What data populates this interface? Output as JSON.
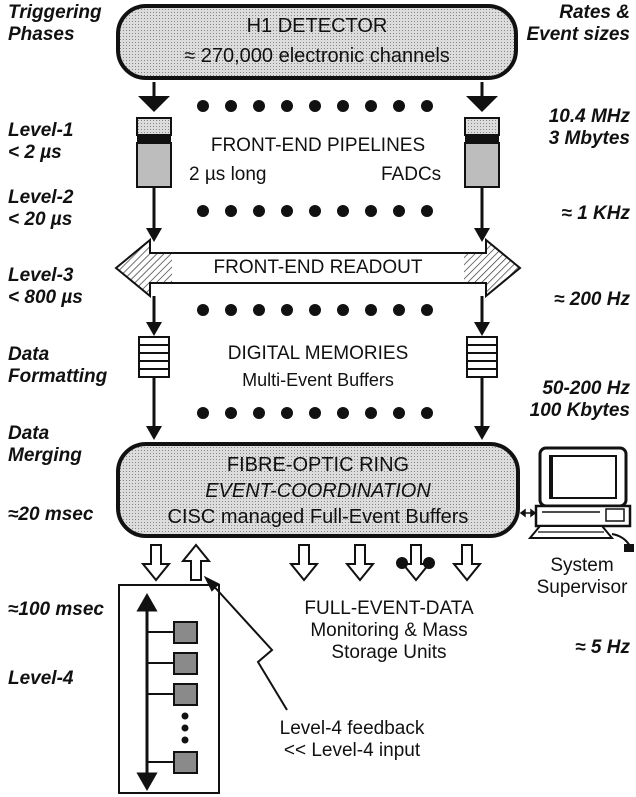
{
  "left_labels": {
    "triggering_phases": [
      "Triggering",
      "Phases"
    ],
    "level1": [
      "Level-1",
      "< 2 µs"
    ],
    "level2": [
      "Level-2",
      "< 20 µs"
    ],
    "level3": [
      "Level-3",
      "< 800 µs"
    ],
    "data_formatting": [
      "Data",
      "Formatting"
    ],
    "data_merging": [
      "Data",
      "Merging"
    ],
    "msec20": "≈20 msec",
    "msec100": "≈100 msec",
    "level4": "Level-4"
  },
  "right_labels": {
    "rates": [
      "Rates &",
      "Event sizes"
    ],
    "r1": [
      "10.4 MHz",
      "3 Mbytes"
    ],
    "r2": "≈ 1 KHz",
    "r3": "≈ 200 Hz",
    "r4": [
      "50-200 Hz",
      "100 Kbytes"
    ],
    "r5": "≈ 5 Hz"
  },
  "detector": {
    "title": "H1 DETECTOR",
    "subtitle": "≈ 270,000 electronic channels"
  },
  "pipelines": {
    "title": "FRONT-END PIPELINES",
    "left": "2 µs long",
    "right": "FADCs"
  },
  "readout": {
    "label": "FRONT-END READOUT"
  },
  "memories": {
    "title": "DIGITAL MEMORIES",
    "subtitle": "Multi-Event Buffers"
  },
  "ring": {
    "line1": "FIBRE-OPTIC RING",
    "line2": "EVENT-COORDINATION",
    "line3": "CISC managed Full-Event Buffers"
  },
  "supervisor": [
    "System",
    "Supervisor"
  ],
  "full_event": [
    "FULL-EVENT-DATA",
    "Monitoring & Mass",
    "Storage Units"
  ],
  "feedback": [
    "Level-4 feedback",
    "<< Level-4 input"
  ],
  "colors": {
    "box_fill": "#c9c9c9",
    "outline": "#111111",
    "dots": "#111111"
  }
}
